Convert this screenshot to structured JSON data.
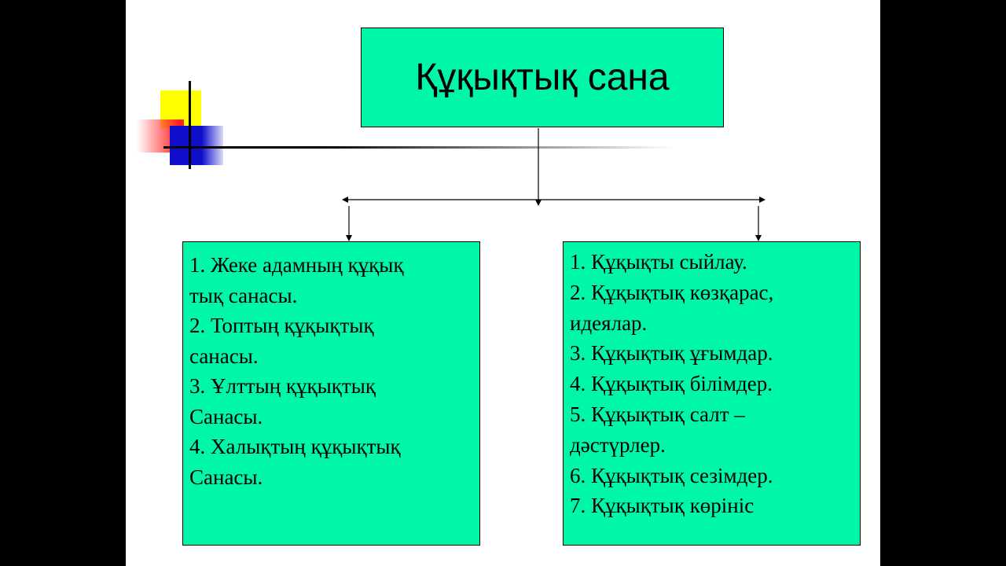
{
  "title": "Құқықтық сана",
  "left_box": {
    "lines": [
      "1.  Жеке адамның құқық",
      "тық санасы.",
      "2. Топтың құқықтық",
      "санасы.",
      "3. Ұлттың құқықтық",
      "Санасы.",
      "4. Халықтың құқықтық",
      "Санасы."
    ]
  },
  "right_box": {
    "lines": [
      "1.  Құқықты сыйлау.",
      "2.  Құқықтық көзқарас,",
      "идеялар.",
      "3. Құқықтық ұғымдар.",
      "4. Құқықтық білімдер.",
      "5. Құқықтық салт –",
      "дәстүрлер.",
      "6. Құқықтық сезімдер.",
      "7. Құқықтық көрініс"
    ]
  },
  "colors": {
    "box_fill": "#00f7a9",
    "deco_yellow": "#ffff00",
    "deco_red": "#ff2020",
    "deco_blue": "#1010cc"
  }
}
